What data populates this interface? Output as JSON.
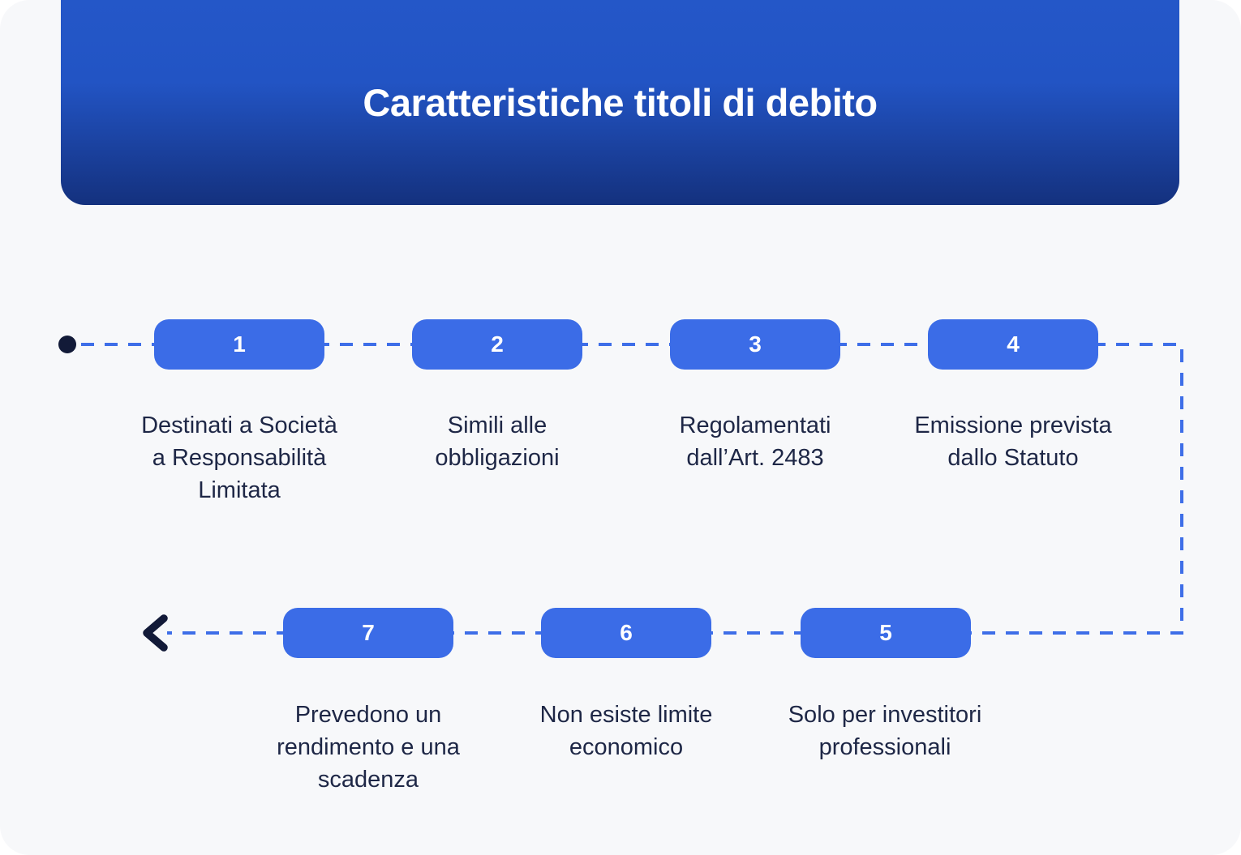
{
  "header": {
    "title": "Caratteristiche titoli di debito"
  },
  "steps": [
    {
      "number": "1",
      "label": "Destinati a Società\na Responsabilità\nLimitata"
    },
    {
      "number": "2",
      "label": "Simili alle\nobbligazioni"
    },
    {
      "number": "3",
      "label": "Regolamentati\ndall’Art. 2483"
    },
    {
      "number": "4",
      "label": "Emissione prevista\ndallo Statuto"
    },
    {
      "number": "5",
      "label": "Solo per investitori\nprofessionali"
    },
    {
      "number": "6",
      "label": "Non esiste limite\neconomico"
    },
    {
      "number": "7",
      "label": "Prevedono un\nrendimento e una\nscadenza"
    }
  ],
  "icons": {
    "start": "start-dot-icon",
    "end": "back-chevron-icon"
  },
  "colors": {
    "bg": "#f7f8fa",
    "headerTop": "#2457c8",
    "headerMid": "#2254c4",
    "headerBottom": "#14317e",
    "pill": "#3b6ce7",
    "dash": "#3e6ee8",
    "dark": "#121a38",
    "text": "#1e2746",
    "titleText": "#ffffff"
  }
}
